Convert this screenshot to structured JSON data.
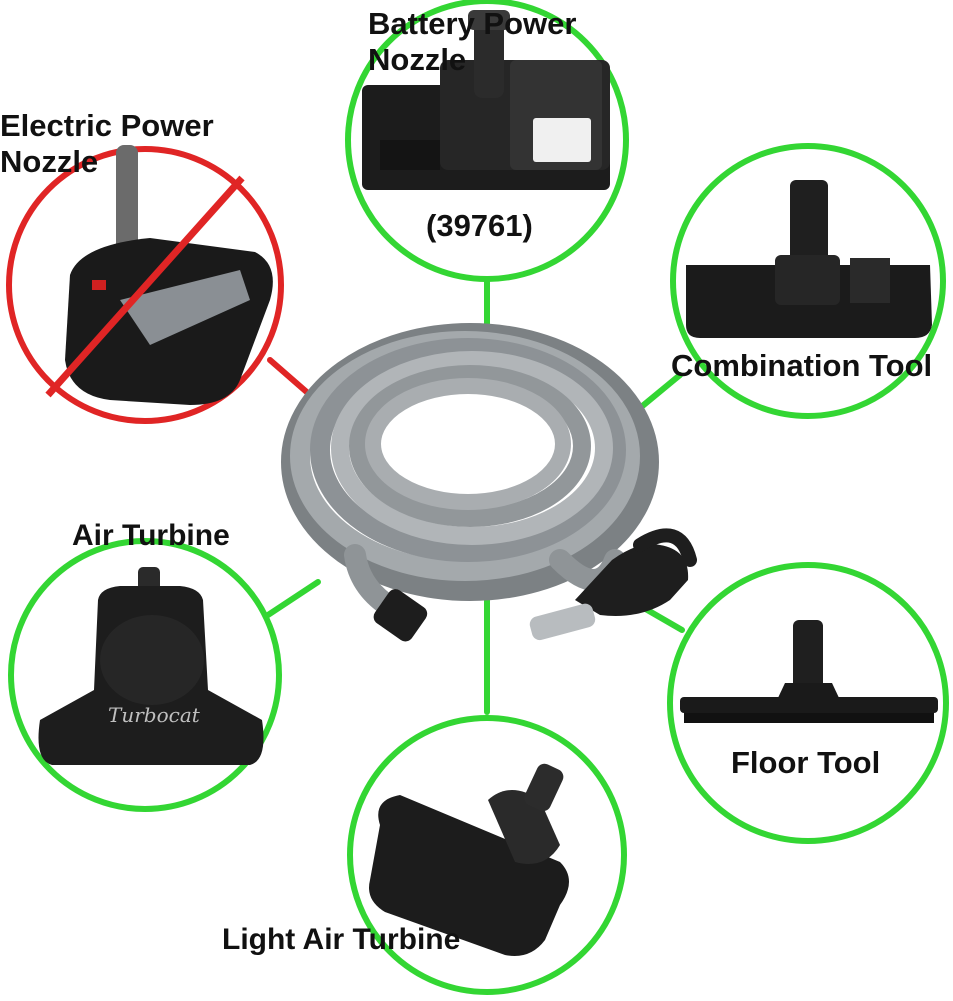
{
  "colors": {
    "allowed_ring": "#33d633",
    "excluded_ring": "#e02525",
    "tool_black": "#1a1a1a",
    "hose_silver": "#9aa0a3"
  },
  "tools": [
    {
      "id": "battery",
      "label": "Battery Power\nNozzle",
      "model": "(39761)",
      "status": "compatible",
      "icon": "battery-power-nozzle-icon"
    },
    {
      "id": "electric",
      "label": "Electric Power\nNozzle",
      "status": "not-compatible",
      "icon": "electric-power-nozzle-icon"
    },
    {
      "id": "combination",
      "label": "Combination Tool",
      "status": "compatible",
      "icon": "combination-tool-icon"
    },
    {
      "id": "air",
      "label": "Air Turbine",
      "status": "compatible",
      "icon": "air-turbine-icon",
      "brand_mark": "Turbocat"
    },
    {
      "id": "floor",
      "label": "Floor Tool",
      "status": "compatible",
      "icon": "floor-tool-icon"
    },
    {
      "id": "light",
      "label": "Light Air Turbine",
      "status": "compatible",
      "icon": "light-air-turbine-icon"
    }
  ],
  "center": {
    "icon": "vacuum-hose-icon"
  }
}
